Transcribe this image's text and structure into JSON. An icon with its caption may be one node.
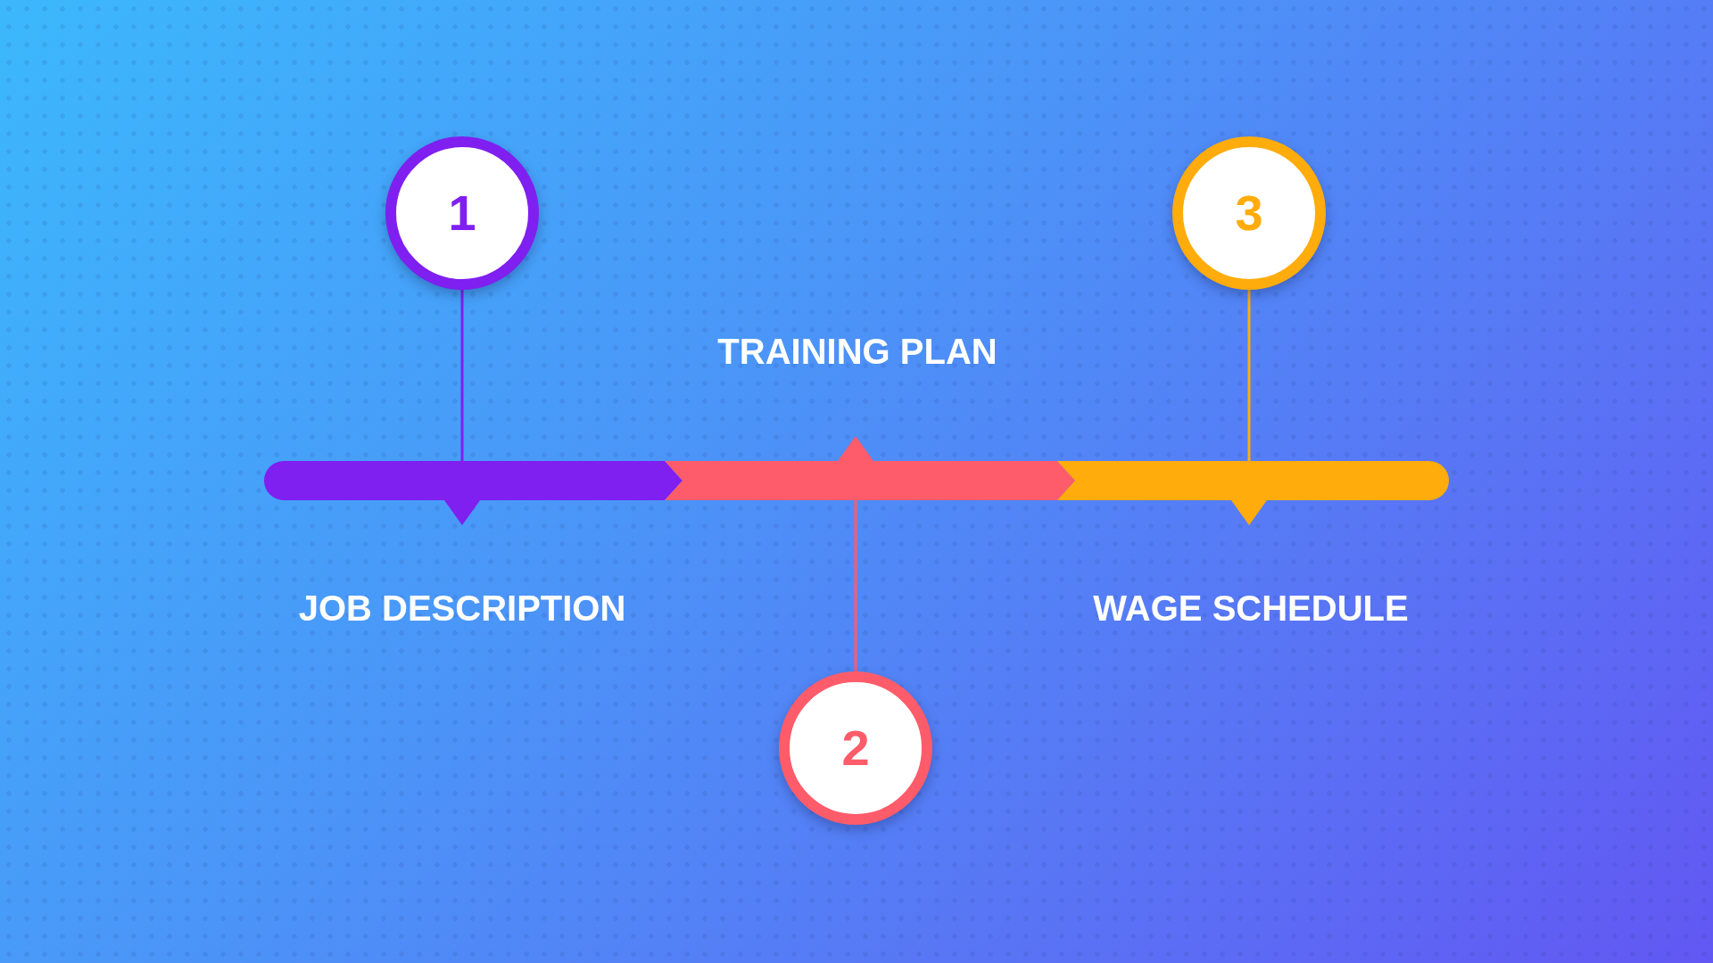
{
  "diagram": {
    "nodes": [
      {
        "text": [
          "1"
        ]
      },
      {
        "text": [
          "2"
        ]
      },
      {
        "text": [
          "3"
        ]
      },
      {
        "text": [],
        "shape": "bar",
        "beside": [
          "JOB DESCRIPTION"
        ]
      },
      {
        "text": [],
        "shape": "bar",
        "beside": [
          "TRAINING PLAN"
        ]
      },
      {
        "text": [],
        "shape": "bar",
        "beside": [
          "WAGE SCHEDULE"
        ]
      }
    ],
    "edges": [
      {
        "from": 0,
        "to": 3,
        "arrow": "none",
        "color": "#7f1ff0"
      },
      {
        "from": 1,
        "to": 4,
        "arrow": "none",
        "color": "#fe5c6a"
      },
      {
        "from": 2,
        "to": 5,
        "arrow": "none",
        "color": "#ffac0c"
      }
    ]
  }
}
